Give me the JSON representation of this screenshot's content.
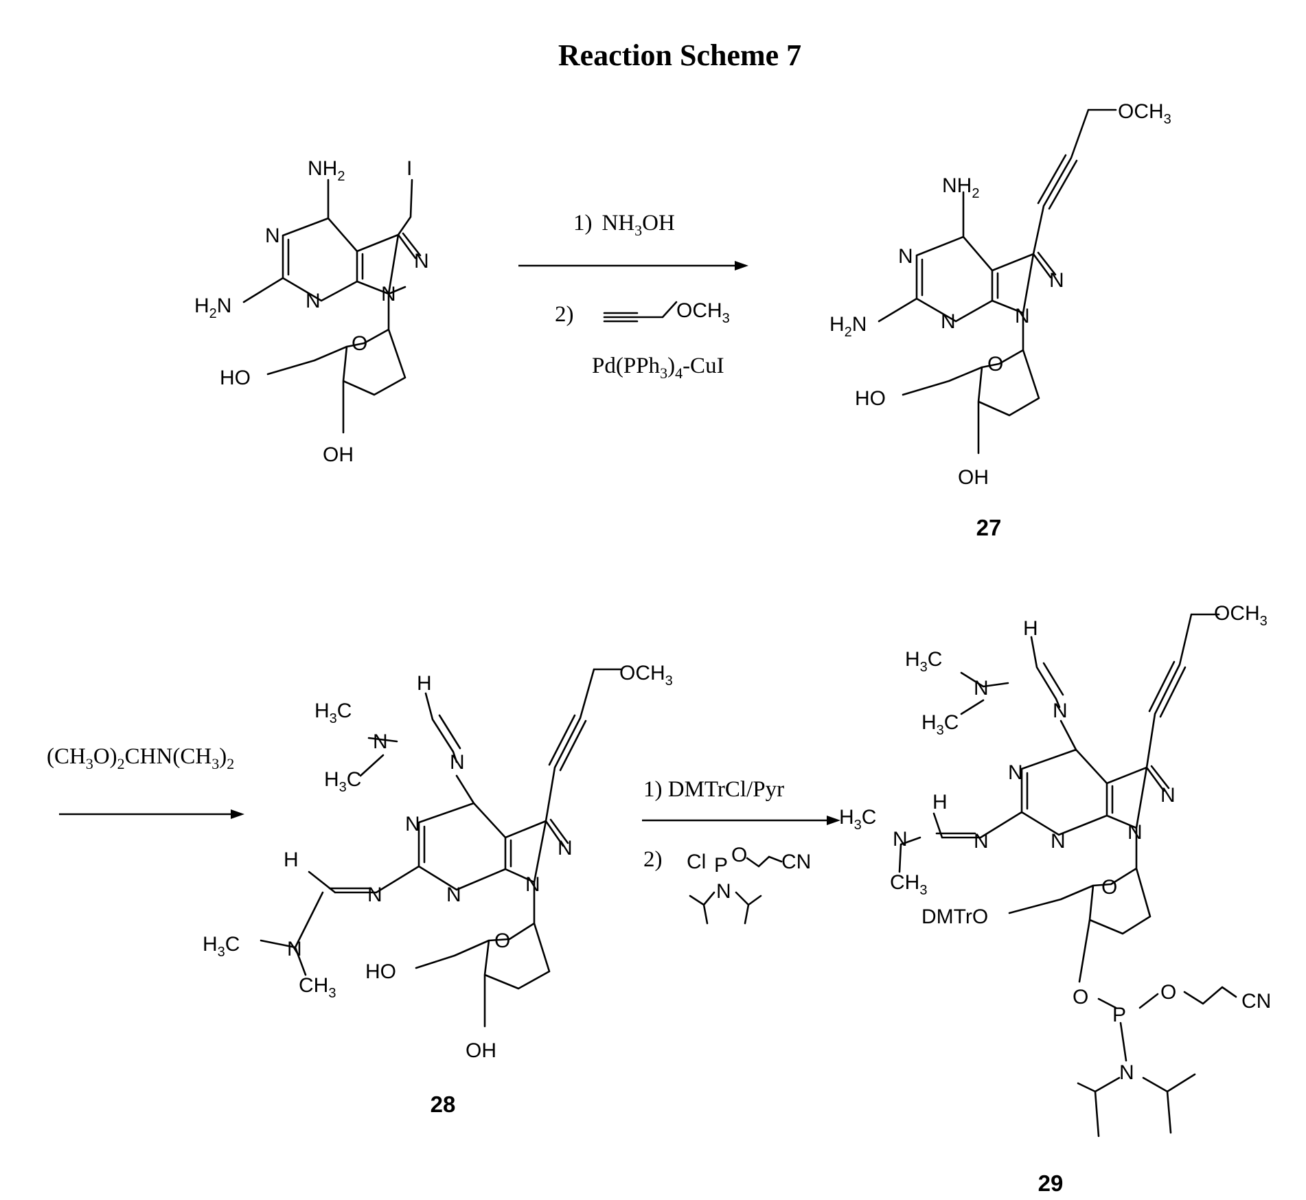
{
  "title": "Reaction Scheme 7",
  "atoms": {
    "NH2": "NH",
    "two": "2",
    "three": "3",
    "four": "4",
    "N": "N",
    "H2N": "H",
    "I": "I",
    "O": "O",
    "HO": "HO",
    "OH": "OH",
    "OCH3": "OCH",
    "H": "H",
    "H3C": "H",
    "C": "C",
    "CH3": "CH",
    "DMTrO": "DMTrO",
    "P": "P",
    "CN": "CN",
    "Cl": "Cl"
  },
  "step1": {
    "line1_num": "1)",
    "line1_pre": "NH",
    "line1_post": "OH",
    "line2_num": "2)",
    "line2_group": "OCH",
    "line3_pre": "Pd(PPh",
    "line3_mid": ")",
    "line3_post": "-CuI"
  },
  "step2": {
    "reagent_a": "(CH",
    "reagent_b": "O)",
    "reagent_c": "CHN(CH",
    "reagent_d": ")"
  },
  "step3": {
    "line1": "1) DMTrCl/Pyr",
    "line2_num": "2)"
  },
  "compounds": {
    "c27": "27",
    "c28": "28",
    "c29": "29"
  }
}
